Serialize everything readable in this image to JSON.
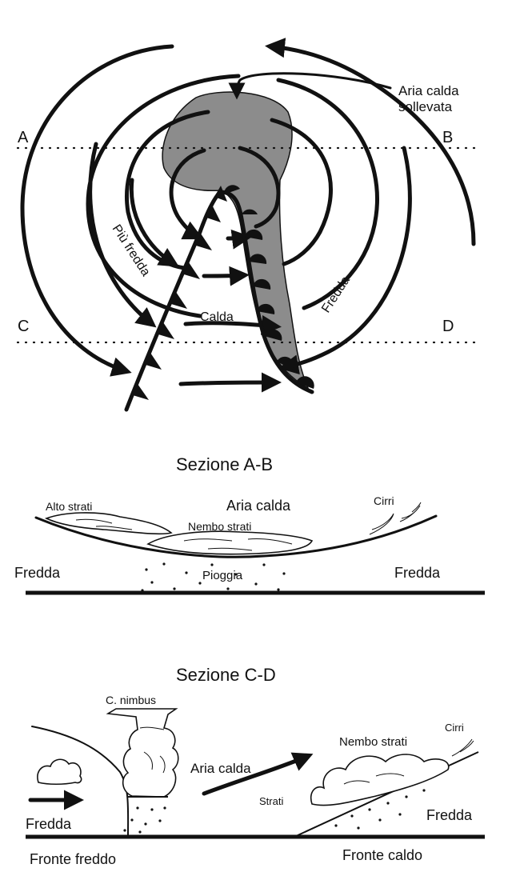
{
  "map": {
    "point_labels": [
      "A",
      "B",
      "C",
      "D"
    ],
    "occluded_air_label": "Aria calda\nsollevata",
    "colder_label": "Più fredda",
    "warm_label": "Calda",
    "cold_label": "Fredda"
  },
  "section_ab": {
    "title": "Sezione A-B",
    "alto_strati": "Alto strati",
    "aria_calda": "Aria calda",
    "cirri": "Cirri",
    "nembo_strati": "Nembo strati",
    "fredda_left": "Fredda",
    "pioggia": "Pioggia",
    "fredda_right": "Fredda"
  },
  "section_cd": {
    "title": "Sezione C-D",
    "c_nimbus": "C. nimbus",
    "nembo_strati": "Nembo strati",
    "cirri": "Cirri",
    "aria_calda": "Aria calda",
    "strati": "Strati",
    "fredda_left": "Fredda",
    "fredda_right": "Fredda",
    "fronte_freddo": "Fronte freddo",
    "fronte_caldo": "Fronte caldo"
  },
  "colors": {
    "ink": "#111111",
    "occlusion_fill": "#8c8c8c",
    "background": "#ffffff"
  }
}
